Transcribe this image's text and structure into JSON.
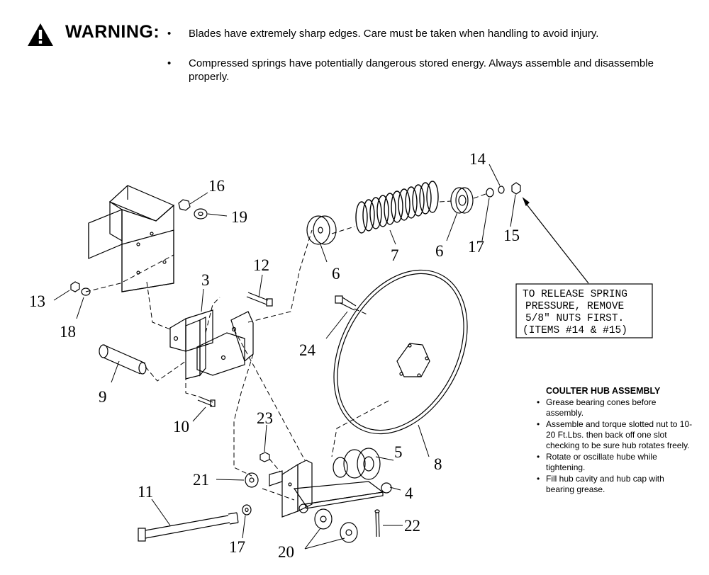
{
  "warning": {
    "title": "WARNING:",
    "icon": "warning-triangle-icon",
    "bullets": [
      "Blades have extremely sharp edges.  Care must be taken when handling to avoid injury.",
      "Compressed springs have potentially dangerous stored energy.  Always assemble and disassemble properly."
    ]
  },
  "callout": {
    "lines": [
      "TO RELEASE SPRING",
      "PRESSURE, REMOVE",
      "5/8\" NUTS FIRST.",
      "(ITEMS #14 & #15)"
    ]
  },
  "coulter_hub": {
    "title": "COULTER HUB ASSEMBLY",
    "items": [
      "Grease bearing cones before assembly.",
      "Assemble and torque slotted nut to 10-20 Ft.Lbs. then back off one slot checking to be sure hub rotates freely.",
      "Rotate or oscillate hube while tightening.",
      "Fill hub cavity and hub cap with bearing grease."
    ]
  },
  "part_numbers": {
    "p3": "3",
    "p4": "4",
    "p5": "5",
    "p6a": "6",
    "p6b": "6",
    "p7": "7",
    "p8": "8",
    "p9": "9",
    "p10": "10",
    "p11": "11",
    "p12": "12",
    "p13": "13",
    "p14": "14",
    "p15": "15",
    "p16": "16",
    "p17a": "17",
    "p17b": "17",
    "p18": "18",
    "p19": "19",
    "p20": "20",
    "p21": "21",
    "p22": "22",
    "p23": "23",
    "p24": "24"
  }
}
